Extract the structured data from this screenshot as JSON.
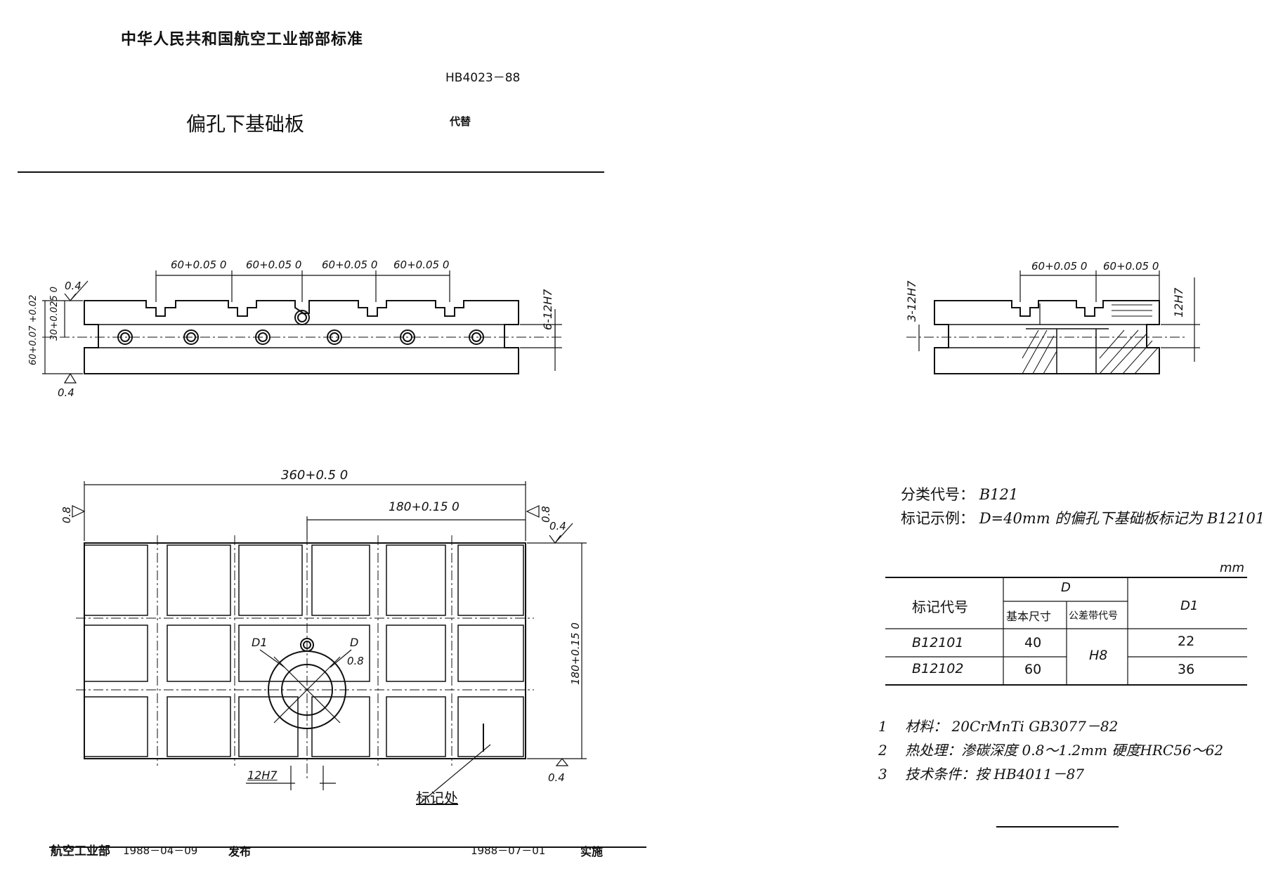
{
  "header": {
    "org_standard": "中华人民共和国航空工业部部标准",
    "standard_no": "HB4023－88",
    "title": "偏孔下基础板",
    "replaces_label": "代替"
  },
  "front_view": {
    "dims": [
      "60+0.05 0",
      "60+0.05 0",
      "60+0.05 0",
      "60+0.05 0"
    ],
    "slot_label": "6-12H7",
    "roughness_top": "0.4",
    "roughness_bottom": "0.4",
    "height_dim": "60+0.07 +0.02",
    "sub_height_dim": "30+0.025 0"
  },
  "side_view": {
    "dims": [
      "60+0.05 0",
      "60+0.05 0"
    ],
    "left_label": "3-12H7",
    "right_label": "12H7"
  },
  "plan_view": {
    "width_dim": "360+0.5 0",
    "half_dim": "180+0.15 0",
    "height_dim": "180+0.15 0",
    "roughness_left": "0.8",
    "roughness_right": "0.8",
    "roughness_top": "0.4",
    "roughness_bottom": "0.4",
    "d1_label": "D1",
    "d_label": "D",
    "d_roughness": "0.8",
    "slot_label": "12H7",
    "marking_label": "标记处"
  },
  "classification": {
    "code_label": "分类代号：",
    "code_value": "B121",
    "example_label": "标记示例：",
    "example_text": "D=40mm 的偏孔下基础板标记为 B12101"
  },
  "table": {
    "unit": "mm",
    "col_mark": "标记代号",
    "col_d": "D",
    "col_basic": "基本尺寸",
    "col_tol": "公差带代号",
    "col_d1": "D1",
    "tol_value": "H8",
    "rows": [
      {
        "mark": "B12101",
        "basic": "40",
        "d1": "22"
      },
      {
        "mark": "B12102",
        "basic": "60",
        "d1": "36"
      }
    ]
  },
  "notes": [
    {
      "num": "1",
      "text": "材料：  20CrMnTi  GB3077－82"
    },
    {
      "num": "2",
      "text": "热处理：渗碳深度 0.8～1.2mm  硬度HRC56～62"
    },
    {
      "num": "3",
      "text": "技术条件：按 HB4011－87"
    }
  ],
  "footer": {
    "issuer": "航空工业部",
    "issue_date": "1988－04－09",
    "issue_label": "发布",
    "impl_date": "1988－07－01",
    "impl_label": "实施"
  }
}
